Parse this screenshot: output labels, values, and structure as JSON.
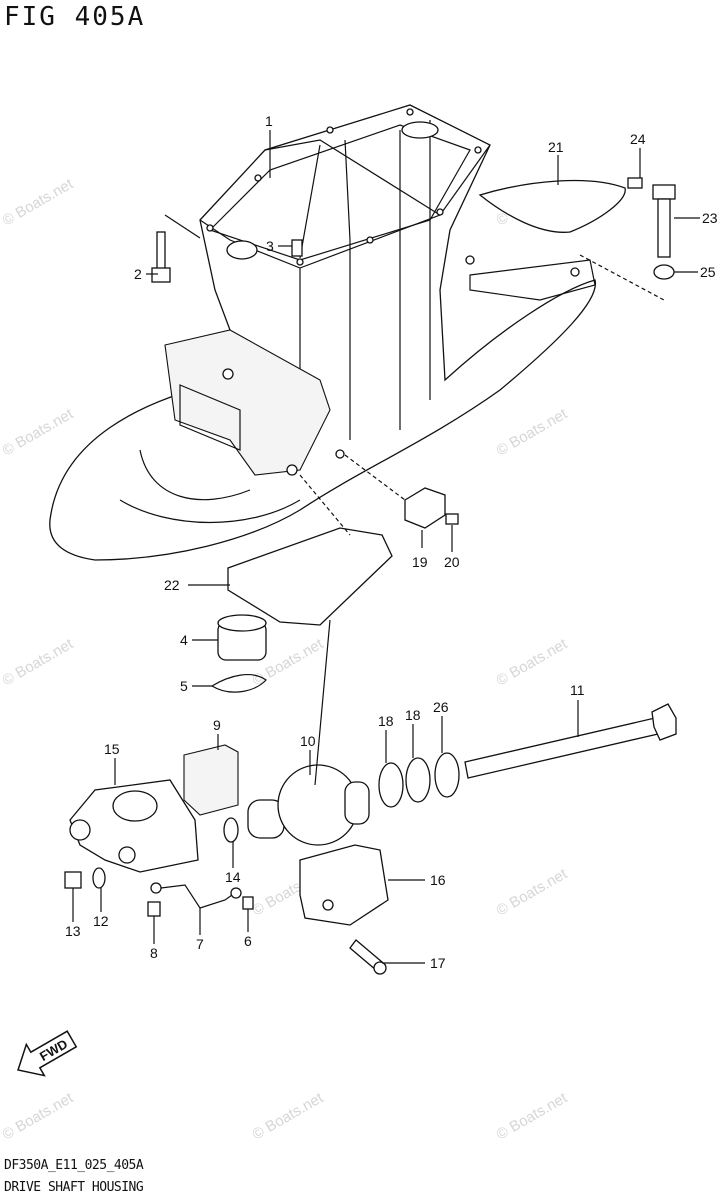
{
  "figure": {
    "title": "FIG 405A",
    "code": "DF350A_E11_025_405A",
    "name": "DRIVE SHAFT HOUSING"
  },
  "callouts": [
    "1",
    "2",
    "3",
    "4",
    "5",
    "6",
    "7",
    "8",
    "9",
    "10",
    "11",
    "12",
    "13",
    "14",
    "15",
    "16",
    "17",
    "18",
    "18",
    "19",
    "20",
    "21",
    "22",
    "23",
    "24",
    "25",
    "26"
  ],
  "watermark": "© Boats.net",
  "direction_badge": "FWD"
}
